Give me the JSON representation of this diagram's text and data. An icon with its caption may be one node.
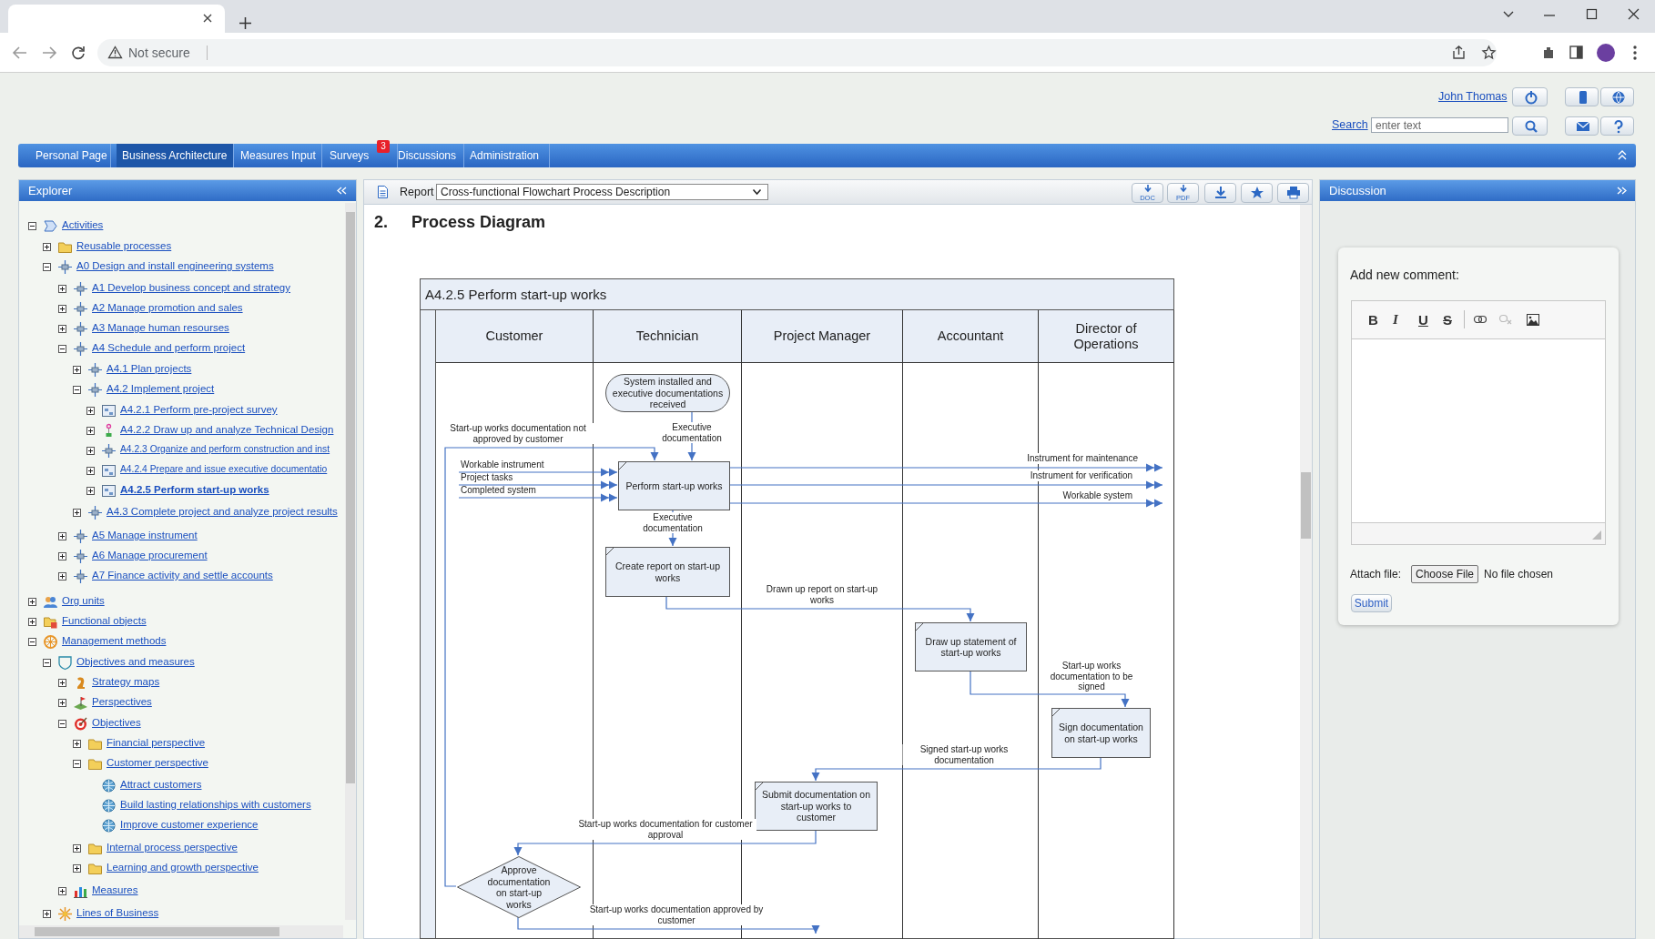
{
  "diagram": {
    "nodes": [
      {
        "text": [
          "A4.2.5 Perform start-up works"
        ]
      },
      {
        "text": [
          "Customer"
        ],
        "in": 0
      },
      {
        "text": [
          "Technician"
        ],
        "in": 0
      },
      {
        "text": [
          "Project Manager"
        ],
        "in": 0
      },
      {
        "text": [
          "Accountant"
        ],
        "in": 0
      },
      {
        "text": [
          "Director of Operations"
        ],
        "in": 0
      },
      {
        "text": [
          "System installed and executive documentations received"
        ],
        "in": 2
      },
      {
        "text": [
          "Perform start-up works"
        ],
        "in": 2
      },
      {
        "text": [
          "Create report on start-up works"
        ],
        "in": 2
      },
      {
        "text": [
          "Draw up statement of start-up works"
        ],
        "in": 4
      },
      {
        "text": [
          "Sign documentation on start-up works"
        ],
        "in": 5
      },
      {
        "text": [
          "Submit documentation on start-up works to customer"
        ],
        "in": 3
      },
      {
        "text": [
          "Approve documentation on start-up works"
        ],
        "in": 1
      }
    ],
    "edges": [
      {
        "from": 6,
        "to": 7,
        "arrow": "to",
        "label": "Executive documentation"
      },
      {
        "from": 12,
        "to": 7,
        "arrow": "to",
        "label": "Start-up works documentation not approved by customer"
      },
      {
        "from": null,
        "to": 7,
        "arrow": "to",
        "label": "Workable instrument"
      },
      {
        "from": null,
        "to": 7,
        "arrow": "to",
        "label": "Project tasks"
      },
      {
        "from": null,
        "to": 7,
        "arrow": "to",
        "label": "Completed system"
      },
      {
        "from": 7,
        "to": 5,
        "arrow": "to",
        "label": "Instrument for maintenance"
      },
      {
        "from": 7,
        "to": 5,
        "arrow": "to",
        "label": "Instrument for verification"
      },
      {
        "from": 7,
        "to": 5,
        "arrow": "to",
        "label": "Workable system"
      },
      {
        "from": 7,
        "to": 8,
        "arrow": "to",
        "label": "Executive documentation"
      },
      {
        "from": 8,
        "to": 9,
        "arrow": "to",
        "label": "Drawn up report on start-up works"
      },
      {
        "from": 9,
        "to": 10,
        "arrow": "to",
        "label": "Start-up works documentation to be signed"
      },
      {
        "from": 10,
        "to": 11,
        "arrow": "to",
        "label": "Signed start-up works documentation"
      },
      {
        "from": 11,
        "to": 12,
        "arrow": "to",
        "label": "Start-up works documentation for customer approval"
      },
      {
        "from": 12,
        "to": 3,
        "arrow": "to",
        "label": "Start-up works documentation approved by customer"
      }
    ],
    "labels": [
      "Not secure",
      "John Thomas",
      "Search",
      "enter text",
      "Personal Page",
      "Business Architecture",
      "Measures Input",
      "Surveys",
      "3",
      "Discussions",
      "Administration",
      "Explorer",
      "Report",
      "Cross-functional Flowchart Process Description",
      "DOC",
      "PDF",
      "Discussion",
      "Activities",
      "Reusable processes",
      "A0 Design and install engineering systems",
      "A1 Develop business concept and strategy",
      "A2 Manage promotion and sales",
      "A3 Manage human resourses",
      "A4 Schedule and perform project",
      "A4.1 Plan projects",
      "A4.2 Implement project",
      "A4.2.1 Perform pre-project survey",
      "A4.2.2 Draw up and analyze Technical Design",
      "A4.2.3 Organize and perform construction and inst",
      "A4.2.4 Prepare and issue executive documentatio",
      "A4.2.5 Perform start-up works",
      "A4.3 Complete project and analyze project results",
      "A5 Manage instrument",
      "A6 Manage procurement",
      "A7 Finance activity and settle accounts",
      "Org units",
      "Functional objects",
      "Management methods",
      "Objectives and measures",
      "Strategy maps",
      "Perspectives",
      "Objectives",
      "Financial perspective",
      "Customer perspective",
      "Attract customers",
      "Build lasting relationships with customers",
      "Improve customer experience",
      "Internal process perspective",
      "Learning and growth perspective",
      "Measures",
      "Lines of Business",
      "2.",
      "Process Diagram",
      "Add new comment:",
      "B",
      "I",
      "U",
      "S",
      "Attach file:",
      "Choose File",
      "No file chosen",
      "Submit"
    ]
  }
}
